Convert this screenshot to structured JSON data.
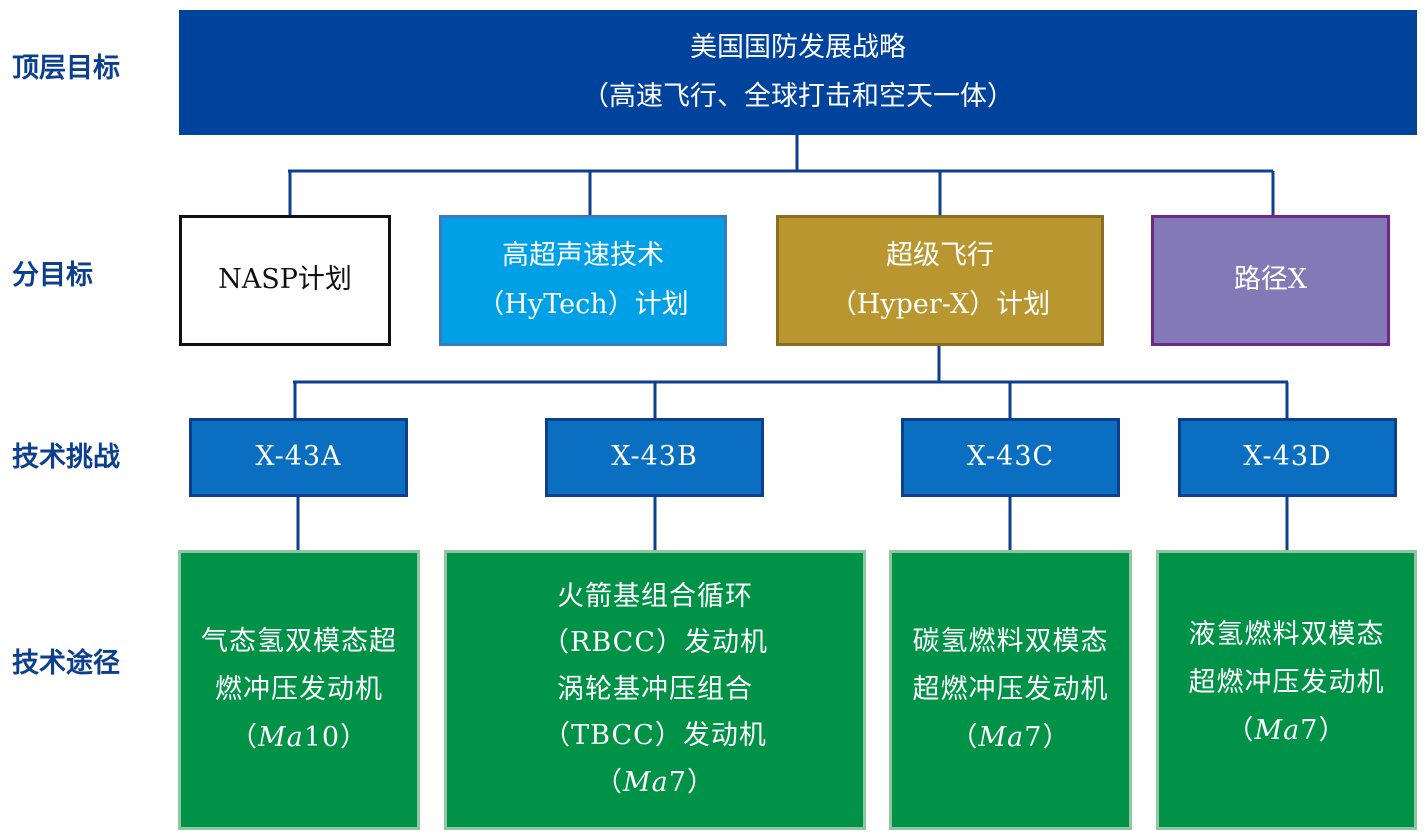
{
  "row_labels": {
    "top_goal": "顶层目标",
    "sub_goal": "分目标",
    "tech_challenge": "技术挑战",
    "tech_route": "技术途径"
  },
  "top_goal": {
    "title": "美国国防发展战略",
    "subtitle": "（高速飞行、全球打击和空天一体）"
  },
  "sub_goals": [
    {
      "lines": [
        "NASP计划"
      ]
    },
    {
      "lines": [
        "高超声速技术",
        "（HyTech）计划"
      ]
    },
    {
      "lines": [
        "超级飞行",
        "（Hyper-X）计划"
      ]
    },
    {
      "lines": [
        "路径X"
      ]
    }
  ],
  "tech_challenges": [
    {
      "label": "X-43A"
    },
    {
      "label": "X-43B"
    },
    {
      "label": "X-43C"
    },
    {
      "label": "X-43D"
    }
  ],
  "tech_routes": [
    {
      "lines": [
        "气态氢双模态超",
        "燃冲压发动机"
      ],
      "mach_prefix": "（",
      "mach_symbol": "Ma",
      "mach_value": "10",
      "mach_suffix": "）"
    },
    {
      "lines": [
        "火箭基组合循环",
        "（RBCC）发动机",
        "涡轮基冲压组合",
        "（TBCC）发动机"
      ],
      "mach_prefix": "（",
      "mach_symbol": "Ma",
      "mach_value": "7",
      "mach_suffix": "）"
    },
    {
      "lines": [
        "碳氢燃料双模态",
        "超燃冲压发动机"
      ],
      "mach_prefix": "（",
      "mach_symbol": "Ma",
      "mach_value": "7",
      "mach_suffix": "）"
    },
    {
      "lines": [
        "液氢燃料双模态",
        "超燃冲压发动机"
      ],
      "mach_prefix": "（",
      "mach_symbol": "Ma",
      "mach_value": "7",
      "mach_suffix": "）"
    }
  ]
}
